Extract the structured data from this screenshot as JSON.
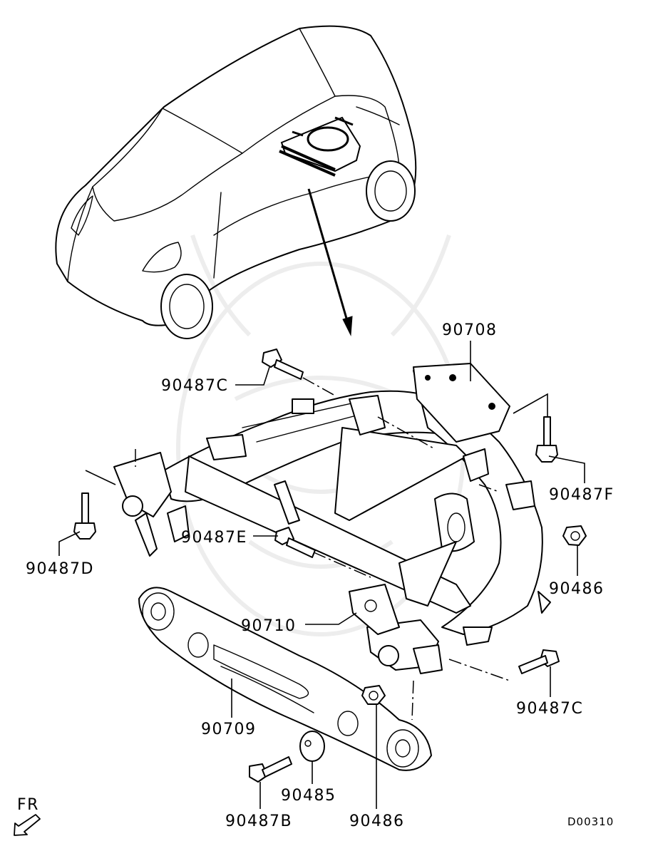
{
  "labels": {
    "p90708": "90708",
    "p90487C_top": "90487C",
    "p90487F": "90487F",
    "p90487D": "90487D",
    "p90487E": "90487E",
    "p90486_right": "90486",
    "p90710": "90710",
    "p90487C_bottom": "90487C",
    "p90709": "90709",
    "p90485": "90485",
    "p90487B": "90487B",
    "p90486_bottom": "90486",
    "front_indicator": "FR",
    "diagram_code": "D00310"
  }
}
